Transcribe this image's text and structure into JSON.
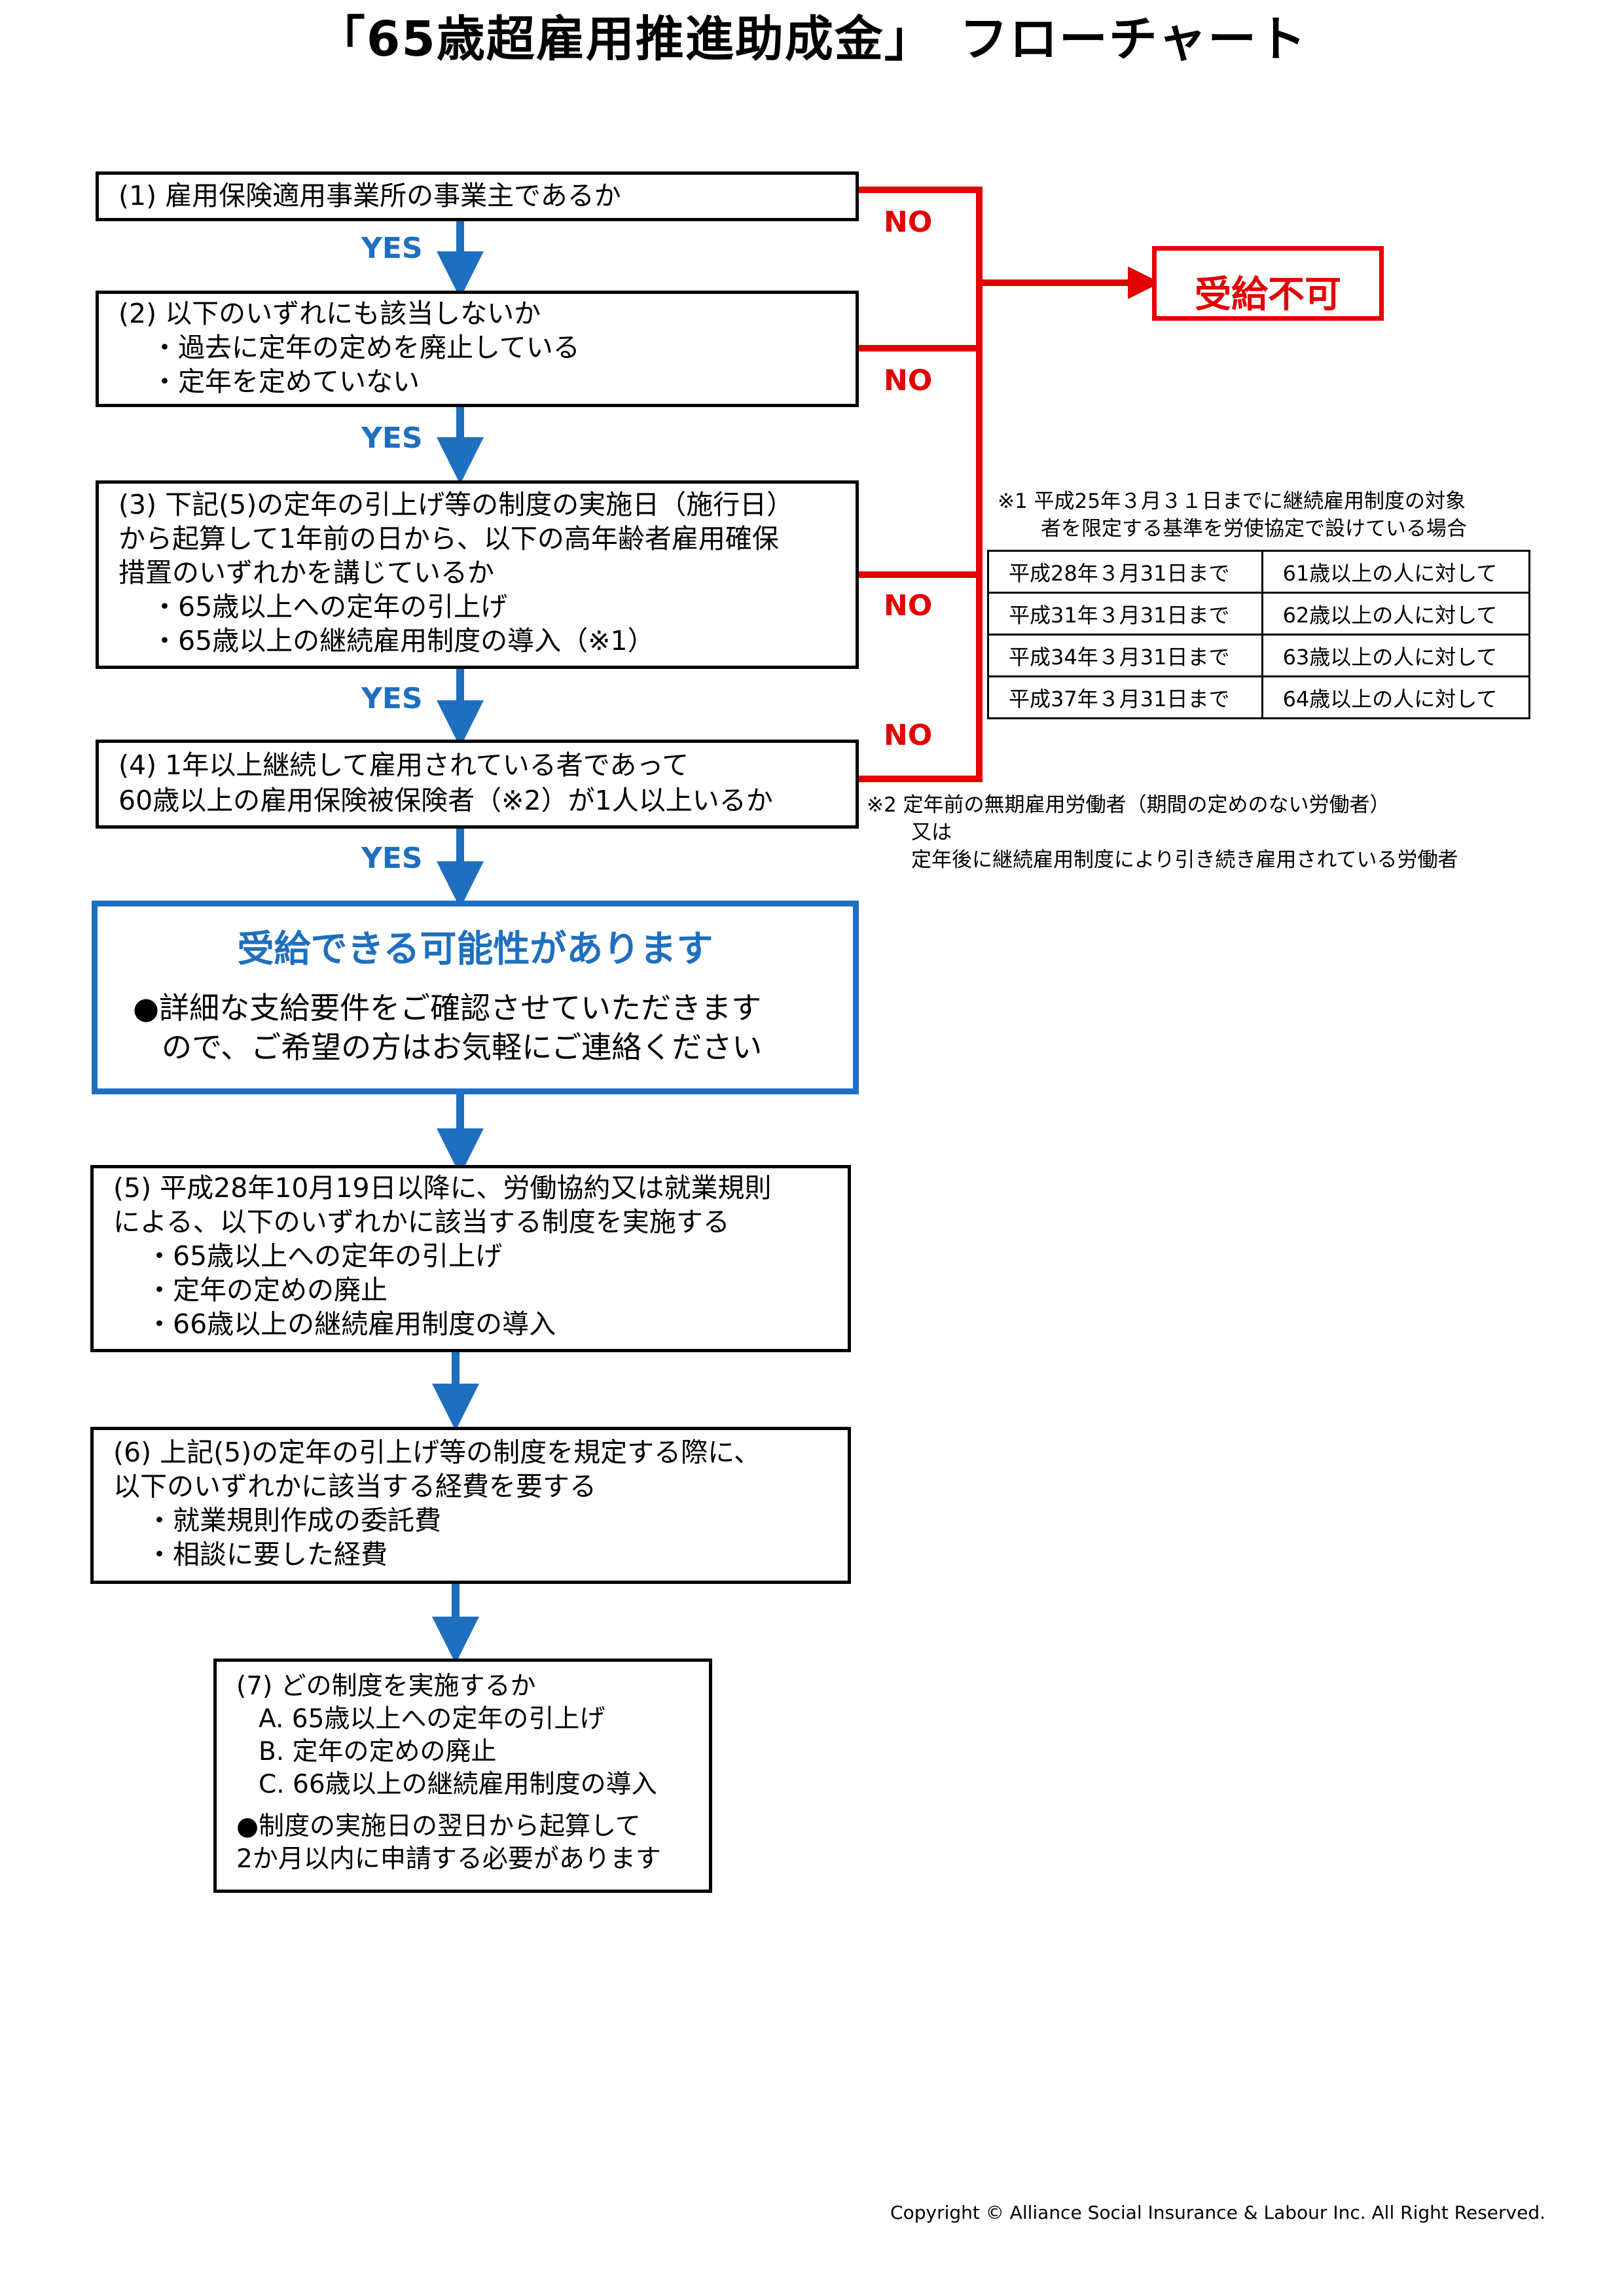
{
  "title": "「65歳超雇用推進助成金」　フローチャート",
  "steps": [
    {
      "id": "1",
      "lines": [
        "(1) 雇用保険適用事業所の事業主であるか"
      ]
    },
    {
      "id": "2",
      "lines": [
        "(2) 以下のいずれにも該当しないか",
        "・過去に定年の定めを廃止している",
        "・定年を定めていない"
      ]
    },
    {
      "id": "3",
      "lines": [
        "(3) 下記(5)の定年の引上げ等の制度の実施日（施行日）",
        "から起算して1年前の日から、以下の高年齢者雇用確保",
        "措置のいずれかを講じているか",
        "・65歳以上への定年の引上げ",
        "・65歳以上の継続雇用制度の導入（※1）"
      ]
    },
    {
      "id": "4",
      "lines": [
        "(4) 1年以上継続して雇用されている者であって",
        "60歳以上の雇用保険被保険者（※2）が1人以上いるか"
      ]
    },
    {
      "id": "5",
      "lines": [
        "(5) 平成28年10月19日以降に、労働協約又は就業規則",
        "による、以下のいずれかに該当する制度を実施する",
        "・65歳以上への定年の引上げ",
        "・定年の定めの廃止",
        "・66歳以上の継続雇用制度の導入"
      ]
    },
    {
      "id": "6",
      "lines": [
        "(6) 上記(5)の定年の引上げ等の制度を規定する際に、",
        "以下のいずれかに該当する経費を要する",
        "・就業規則作成の委託費",
        "・相談に要した経費"
      ]
    },
    {
      "id": "7",
      "lines": [
        "(7) どの制度を実施するか",
        "A. 65歳以上への定年の引上げ",
        "B. 定年の定めの廃止",
        "C. 66歳以上の継続雇用制度の導入",
        "●制度の実施日の翌日から起算して",
        "2か月以内に申請する必要があります"
      ]
    }
  ],
  "yes_label": "YES",
  "no_label": "NO",
  "fail_label": "受給不可",
  "result": {
    "heading": "受給できる可能性があります",
    "lines": [
      "●詳細な支給要件をご確認させていただきます",
      "ので、ご希望の方はお気軽にご連絡ください"
    ]
  },
  "note1": {
    "lines": [
      "※1 平成25年３月３１日までに継続雇用制度の対象",
      "者を限定する基準を労使協定で設けている場合"
    ],
    "table": [
      [
        "平成28年３月31日まで",
        "61歳以上の人に対して"
      ],
      [
        "平成31年３月31日まで",
        "62歳以上の人に対して"
      ],
      [
        "平成34年３月31日まで",
        "63歳以上の人に対して"
      ],
      [
        "平成37年３月31日まで",
        "64歳以上の人に対して"
      ]
    ]
  },
  "note2": {
    "lines": [
      "※2 定年前の無期雇用労働者（期間の定めのない労働者）",
      "又は",
      "定年後に継続雇用制度により引き続き雇用されている労働者"
    ]
  },
  "copyright": "Copyright © Alliance Social Insurance & Labour Inc. All Right Reserved.",
  "colors": {
    "yes_blue": "#1f6fc0",
    "no_red": "#e30000"
  }
}
